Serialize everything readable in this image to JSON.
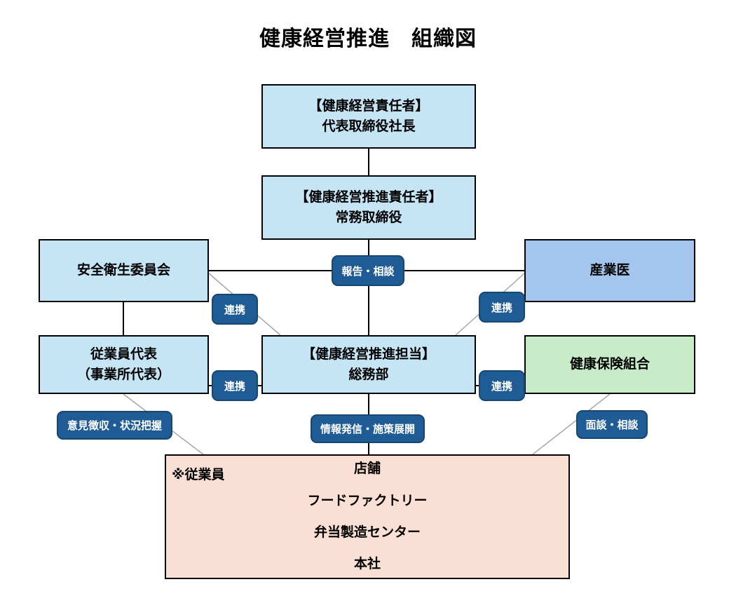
{
  "title": "健康経営推進　組織図",
  "colors": {
    "light_blue": "#c5e5f5",
    "medium_blue": "#a4c6ee",
    "light_green": "#c8ecc8",
    "light_pink": "#fae0d4",
    "badge_blue": "#1f5b94",
    "border_black": "#000000",
    "connector_gray": "#a6a6a6"
  },
  "nodes": {
    "ceo": {
      "line1": "【健康経営責任者】",
      "line2": "代表取締役社長"
    },
    "exec": {
      "line1": "【健康経営推進責任者】",
      "line2": "常務取締役"
    },
    "safety_committee": {
      "line1": "安全衛生委員会"
    },
    "occupational_doctor": {
      "line1": "産業医"
    },
    "employee_rep": {
      "line1": "従業員代表",
      "line2": "（事業所代表）"
    },
    "general_affairs": {
      "line1": "【健康経営推進担当】",
      "line2": "総務部"
    },
    "health_insurance": {
      "line1": "健康保険組合"
    },
    "employees": {
      "note": "※従業員",
      "items": [
        "店舗",
        "フードファクトリー",
        "弁当製造センター",
        "本社"
      ]
    }
  },
  "badges": {
    "report_consult": "報告・相談",
    "link_1": "連携",
    "link_2": "連携",
    "link_3": "連携",
    "link_4": "連携",
    "opinion_collection": "意見徴収・状況把握",
    "info_dissemination": "情報発信・施策展開",
    "meeting_consult": "面談・相談"
  }
}
